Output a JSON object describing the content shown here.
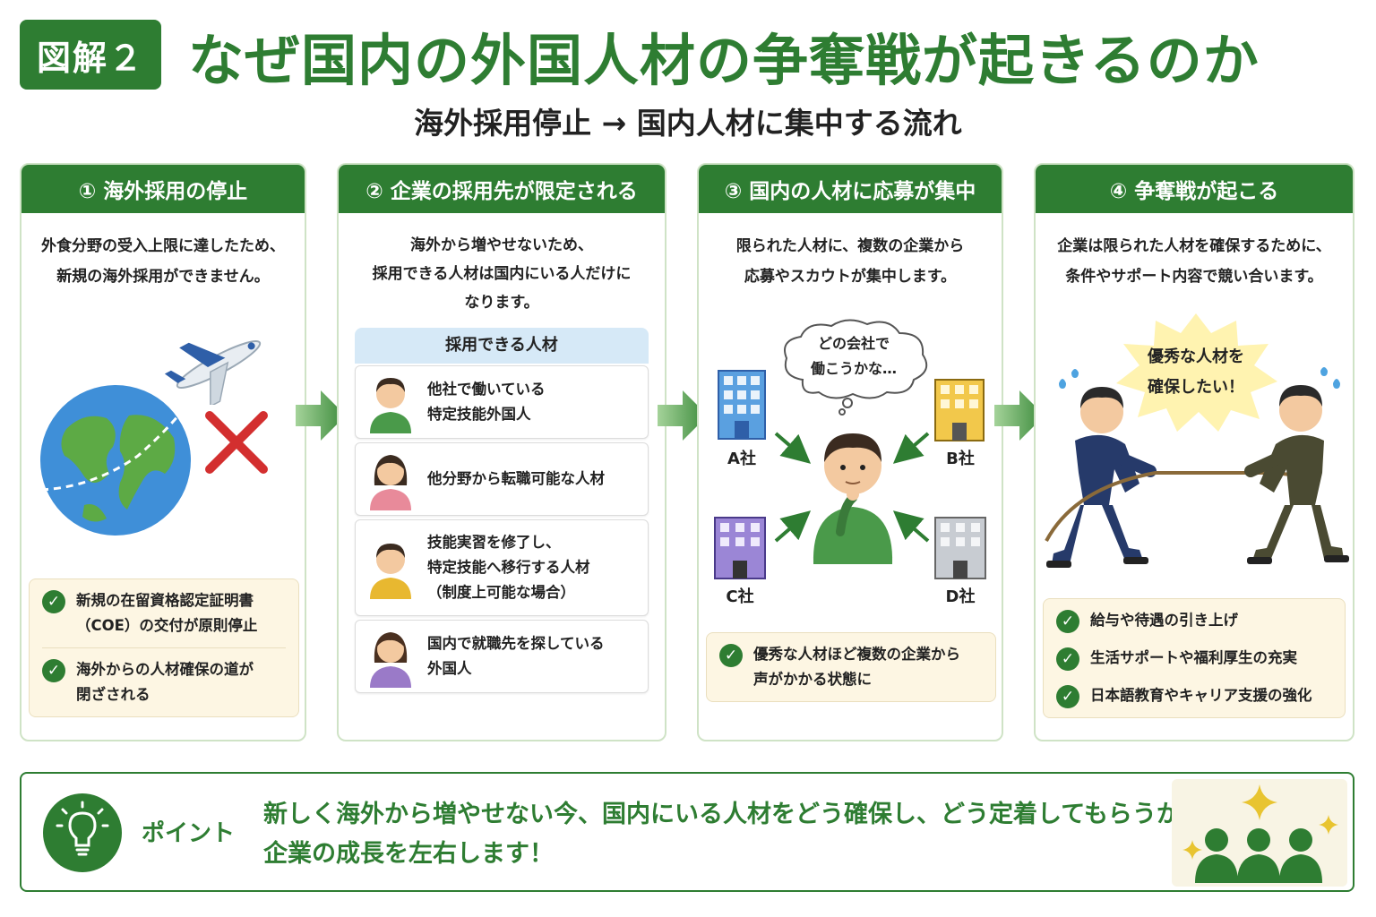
{
  "header": {
    "badge": "図解２",
    "title": "なぜ国内の外国人材の争奪戦が起きるのか",
    "subtitle": "海外採用停止 → 国内人材に集中する流れ"
  },
  "panels": [
    {
      "title": "① 海外採用の停止",
      "desc": [
        "外食分野の受入上限に達したため、",
        "新規の海外採用ができません。"
      ],
      "checks": [
        [
          "新規の在留資格認定証明書",
          "（COE）の交付が原則停止"
        ],
        [
          "海外からの人材確保の道が",
          "閉ざされる"
        ]
      ]
    },
    {
      "title": "② 企業の採用先が限定される",
      "desc": [
        "海外から増やせないため、",
        "採用できる人材は国内にいる人だけに",
        "なります。"
      ],
      "list_title": "採用できる人材",
      "candidates": [
        [
          "他社で働いている",
          "特定技能外国人"
        ],
        [
          "他分野から転職可能な人材"
        ],
        [
          "技能実習を修了し、",
          "特定技能へ移行する人材",
          "（制度上可能な場合）"
        ],
        [
          "国内で就職先を探している",
          "外国人"
        ]
      ]
    },
    {
      "title": "③ 国内の人材に応募が集中",
      "desc": [
        "限られた人材に、複数の企業から",
        "応募やスカウトが集中します。"
      ],
      "bubble": [
        "どの会社で",
        "働こうかな…"
      ],
      "companies": [
        "A社",
        "B社",
        "C社",
        "D社"
      ],
      "checks": [
        [
          "優秀な人材ほど複数の企業から",
          "声がかかる状態に"
        ]
      ]
    },
    {
      "title": "④ 争奪戦が起こる",
      "desc": [
        "企業は限られた人材を確保するために、",
        "条件やサポート内容で競い合います。"
      ],
      "burst": [
        "優秀な人材を",
        "確保したい！"
      ],
      "checks": [
        [
          "給与や待遇の引き上げ"
        ],
        [
          "生活サポートや福利厚生の充実"
        ],
        [
          "日本語教育やキャリア支援の強化"
        ]
      ]
    }
  ],
  "point": {
    "label": "ポイント",
    "text": [
      "新しく海外から増やせない今、国内にいる人材をどう確保し、どう定着してもらうかが",
      "企業の成長を左右します！"
    ]
  },
  "icons": [
    "check-icon",
    "lightbulb-icon",
    "airplane-icon",
    "globe-icon",
    "cross-icon",
    "building-icon",
    "person-icon",
    "people-icon",
    "sparkle-icon"
  ],
  "colors": {
    "green": "#2e7d32",
    "light_green_border": "#cfe3c6",
    "cream": "#fdf6e3",
    "blue_header": "#d6e9f7",
    "red_cross": "#d32f2f",
    "burst_yellow": "#fff3b0"
  }
}
